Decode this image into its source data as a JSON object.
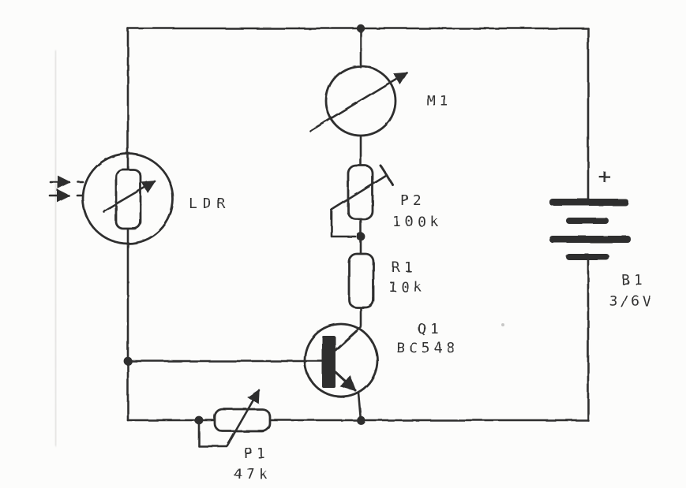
{
  "colors": {
    "ink": "#2f2f2f",
    "paper": "#fcfcfb"
  },
  "components": {
    "ldr": {
      "label": "LDR"
    },
    "m1": {
      "label": "M1"
    },
    "p2": {
      "label": "P2",
      "value": "100k"
    },
    "r1": {
      "label": "R1",
      "value": "10k"
    },
    "q1": {
      "label": "Q1",
      "value": "BC548"
    },
    "p1": {
      "label": "P1",
      "value": "47k"
    },
    "b1": {
      "label": "B1",
      "value": "3/6V",
      "polarity_mark": "+"
    }
  }
}
